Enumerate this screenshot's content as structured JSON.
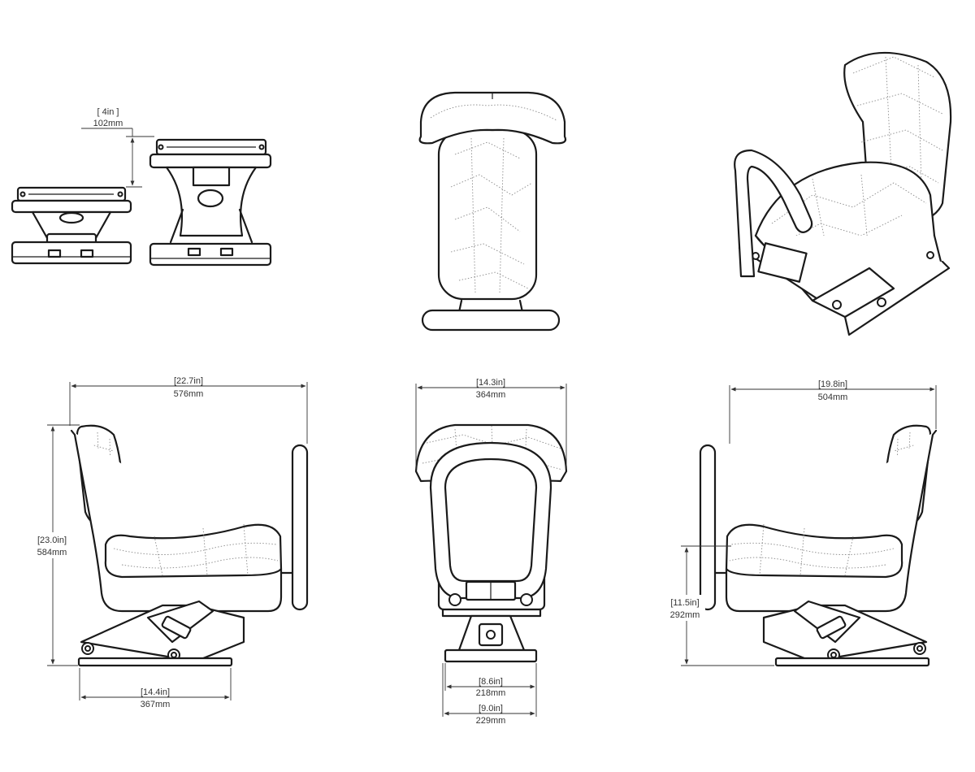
{
  "dimensions": {
    "pedestal_rise": {
      "imperial": "[ 4in ]",
      "metric": "102mm"
    },
    "side_depth": {
      "imperial": "[22.7in]",
      "metric": "576mm"
    },
    "side_height": {
      "imperial": "[23.0in]",
      "metric": "584mm"
    },
    "side_base_depth": {
      "imperial": "[14.4in]",
      "metric": "367mm"
    },
    "front_width": {
      "imperial": "[14.3in]",
      "metric": "364mm"
    },
    "front_base_width_inner": {
      "imperial": "[8.6in]",
      "metric": "218mm"
    },
    "front_base_width_outer": {
      "imperial": "[9.0in]",
      "metric": "229mm"
    },
    "right_depth": {
      "imperial": "[19.8in]",
      "metric": "504mm"
    },
    "right_seat_height": {
      "imperial": "[11.5in]",
      "metric": "292mm"
    }
  }
}
